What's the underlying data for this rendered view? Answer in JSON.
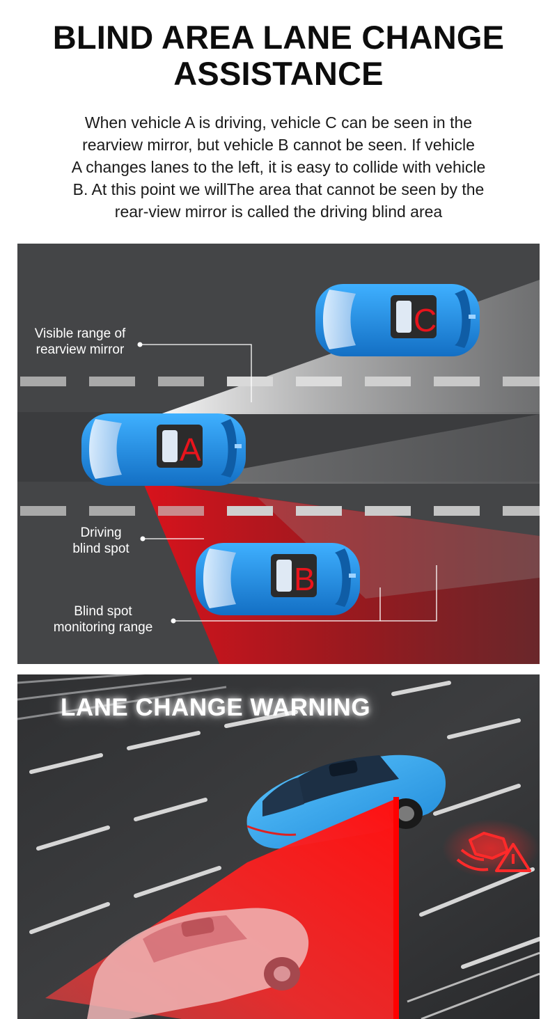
{
  "header": {
    "title_line1": "BLIND AREA LANE CHANGE",
    "title_line2": "ASSISTANCE",
    "description_lines": [
      "When vehicle A is driving, vehicle C can be seen in the",
      "rearview mirror, but vehicle B cannot be seen. If vehicle",
      "A changes lanes to the left, it is easy to collide with vehicle",
      "B. At this point we willThe area that cannot be seen by the",
      "rear-view mirror is called the driving blind area"
    ]
  },
  "diagram": {
    "labels": {
      "visible_range_line1": "Visible range of",
      "visible_range_line2": "rearview mirror",
      "driving_blind_line1": "Driving",
      "driving_blind_line2": "blind spot",
      "monitoring_line1": "Blind spot",
      "monitoring_line2": "monitoring range"
    },
    "cars": {
      "a": "A",
      "b": "B",
      "c": "C"
    },
    "colors": {
      "road": "#444547",
      "car_blue": "#1e8fe0",
      "blind_zone": "#c0121a",
      "visible_zone": "#e6e6e6",
      "letter": "#e8141c"
    }
  },
  "warning": {
    "title": "LANE CHANGE WARNING",
    "icon": "blind-spot-warning-icon",
    "colors": {
      "warning_red": "#ff1a1a",
      "car_blue": "#2aa3e8"
    }
  }
}
